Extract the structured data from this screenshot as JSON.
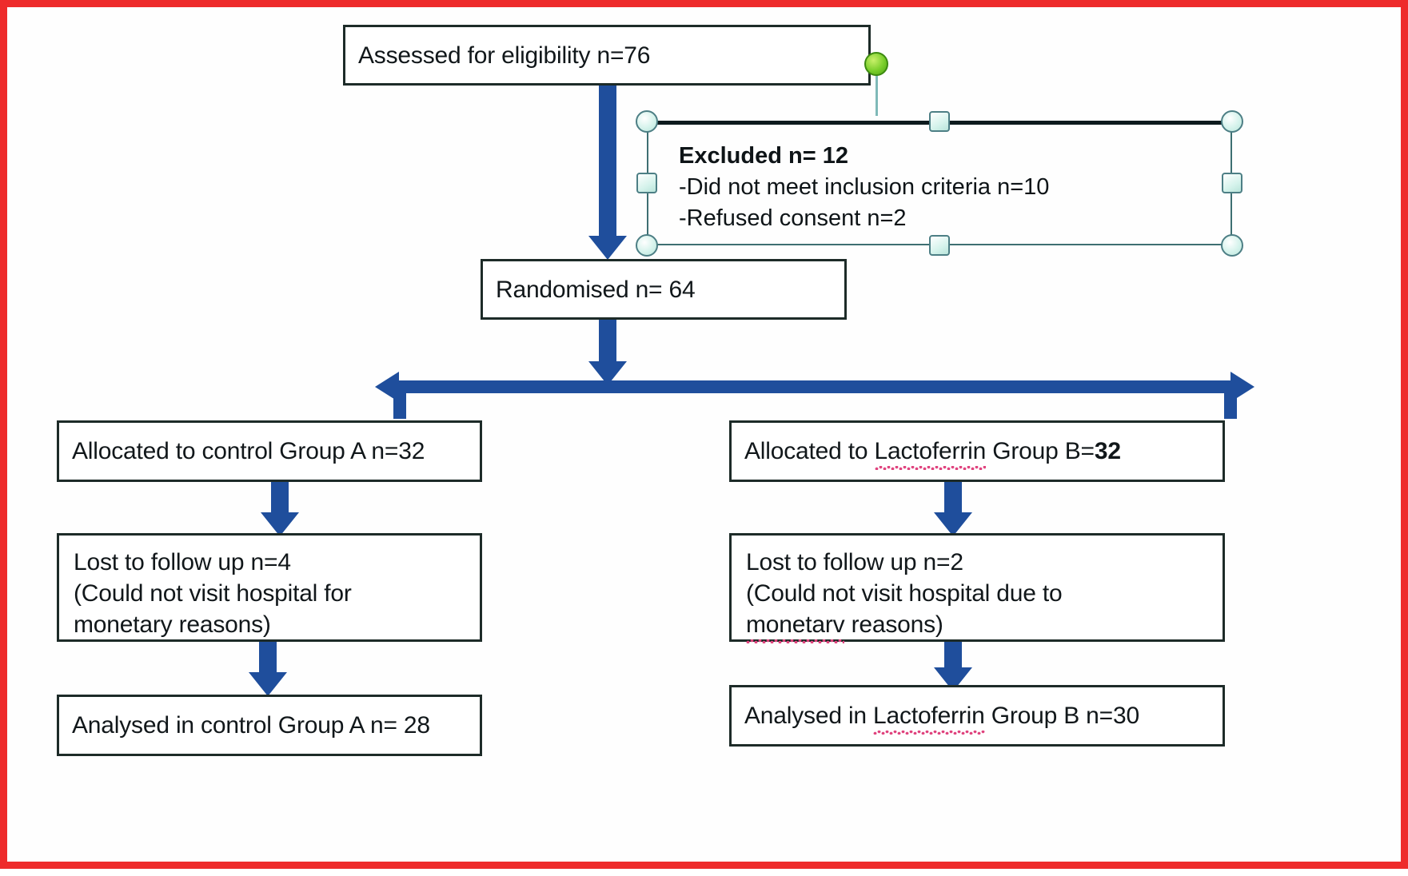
{
  "diagram": {
    "type": "consort-flow-diagram",
    "title": "CONSORT participant flow diagram",
    "frame_color": "#ee2b2b",
    "arrow_color": "#1f4e9c",
    "box_border_color": "#1d2b28",
    "handle_fill": "#d3f1ea",
    "handle_stroke": "#4d7f85",
    "rotation_handle_color": "#7ace2b",
    "spellcheck_underline_color": "#e0457f"
  },
  "nodes": {
    "assessed": {
      "text": "Assessed for eligibility n=76"
    },
    "excluded": {
      "selected": true,
      "header": "Excluded n= 12",
      "lines": [
        "-Did not meet inclusion criteria n=10",
        "-Refused consent n=2"
      ]
    },
    "randomised": {
      "text": "Randomised n= 64"
    },
    "left": {
      "allocated": {
        "text": "Allocated to control Group A n=32"
      },
      "lost": {
        "lines": [
          "Lost to follow up n=4",
          "(Could not visit hospital for",
          "monetary reasons)"
        ]
      },
      "analysed": {
        "text": "Analysed in control Group A n= 28"
      }
    },
    "right": {
      "allocated": {
        "prefix": "Allocated to ",
        "misspelled": "Lactoferrin",
        "middle": " Group B=",
        "suffix": "32"
      },
      "lost": {
        "line1": "Lost to follow up n=2",
        "line2": "(Could not visit hospital due to",
        "line3_misspelled": "monetarv",
        "line3_suffix": " reasons)"
      },
      "analysed": {
        "prefix": "Analysed in ",
        "misspelled": "Lactoferrin",
        "suffix": " Group B n=30"
      }
    }
  },
  "handles": {
    "corner_shape": "circle",
    "edge_shape": "square",
    "count": 8,
    "rotation_knob": "green-circle"
  }
}
